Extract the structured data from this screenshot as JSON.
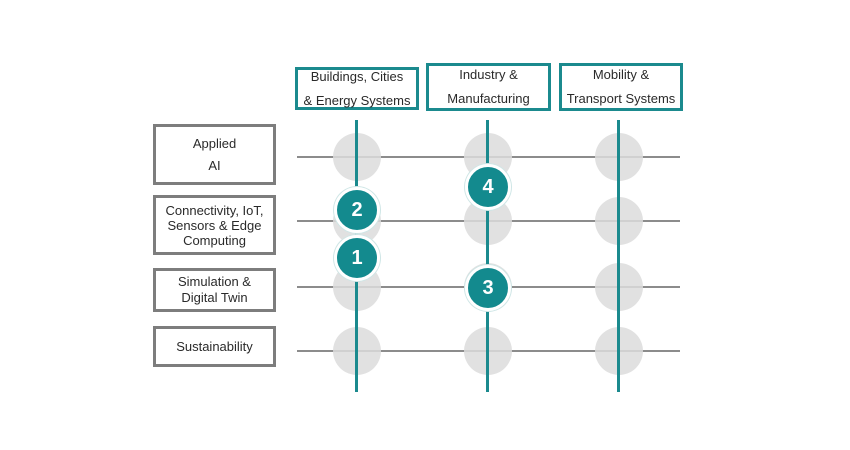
{
  "columns": [
    {
      "label": "Buildings, Cities\n& Energy Systems"
    },
    {
      "label": "Industry &\nManufacturing"
    },
    {
      "label": "Mobility &\nTransport Systems"
    }
  ],
  "rows": [
    {
      "label": "Applied\nAI"
    },
    {
      "label": "Connectivity, IoT,\nSensors & Edge\nComputing"
    },
    {
      "label": "Simulation &\nDigital Twin"
    },
    {
      "label": "Sustainability"
    }
  ],
  "markers": [
    {
      "number": "2"
    },
    {
      "number": "1"
    },
    {
      "number": "4"
    },
    {
      "number": "3"
    }
  ],
  "colors": {
    "accent": "#1b8a8e",
    "row_border": "#7d7d7d",
    "node_fill": "#dcdcdc"
  }
}
